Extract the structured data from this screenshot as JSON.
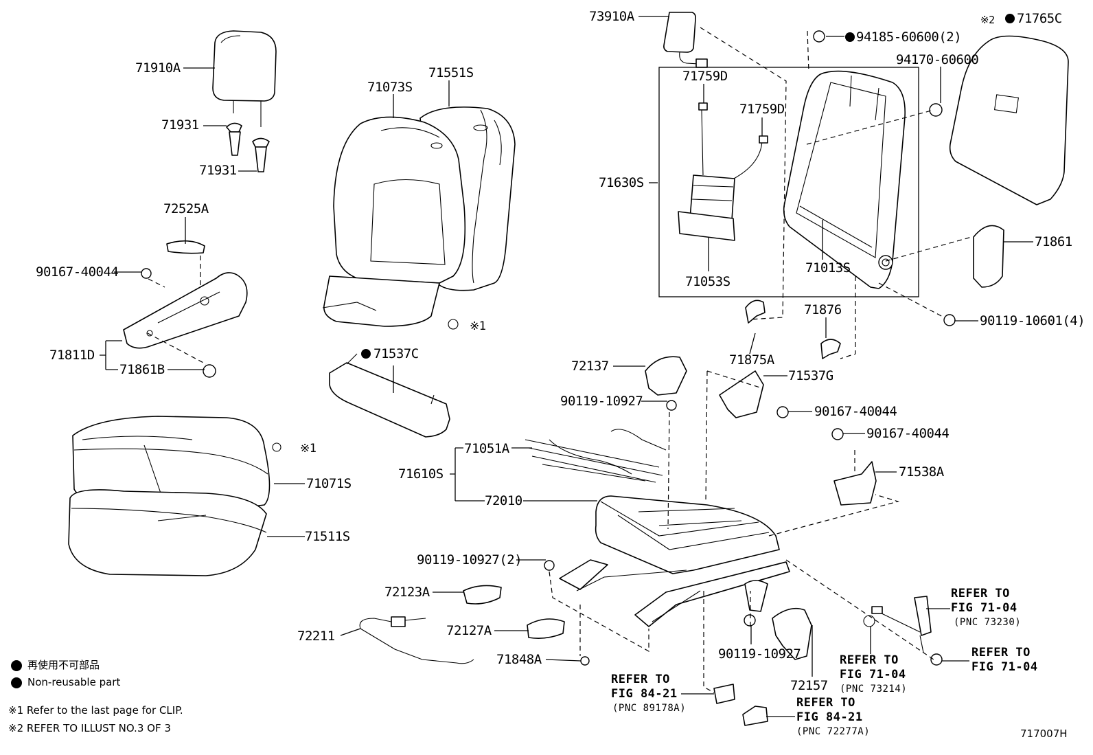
{
  "labels": [
    {
      "id": "71910A",
      "text": "71910A"
    },
    {
      "id": "71931a",
      "text": "71931"
    },
    {
      "id": "71931b",
      "text": "71931"
    },
    {
      "id": "72525A",
      "text": "72525A"
    },
    {
      "id": "90167-40044a",
      "text": "90167-40044"
    },
    {
      "id": "71811D",
      "text": "71811D"
    },
    {
      "id": "71861B",
      "text": "71861B"
    },
    {
      "id": "71073S",
      "text": "71073S"
    },
    {
      "id": "71551S",
      "text": "71551S"
    },
    {
      "id": "clip1",
      "text": "※1"
    },
    {
      "id": "71537C",
      "text": "71537C"
    },
    {
      "id": "clip2",
      "text": "※1"
    },
    {
      "id": "71071S",
      "text": "71071S"
    },
    {
      "id": "71511S",
      "text": "71511S"
    },
    {
      "id": "73910A",
      "text": "73910A"
    },
    {
      "id": "94185",
      "text": "94185-60600(2)"
    },
    {
      "id": "71765C",
      "text": "71765C"
    },
    {
      "id": "mark2",
      "text": "※2"
    },
    {
      "id": "94170",
      "text": "94170-60600"
    },
    {
      "id": "71759Da",
      "text": "71759D"
    },
    {
      "id": "71759Db",
      "text": "71759D"
    },
    {
      "id": "71630S",
      "text": "71630S"
    },
    {
      "id": "71053S",
      "text": "71053S"
    },
    {
      "id": "71013S",
      "text": "71013S"
    },
    {
      "id": "71861",
      "text": "71861"
    },
    {
      "id": "90119-10601",
      "text": "90119-10601(4)"
    },
    {
      "id": "71876",
      "text": "71876"
    },
    {
      "id": "71875A",
      "text": "71875A"
    },
    {
      "id": "71537G",
      "text": "71537G"
    },
    {
      "id": "72137",
      "text": "72137"
    },
    {
      "id": "90119-10927a",
      "text": "90119-10927"
    },
    {
      "id": "90167-40044b",
      "text": "90167-40044"
    },
    {
      "id": "90167-40044c",
      "text": "90167-40044"
    },
    {
      "id": "71051A",
      "text": "71051A"
    },
    {
      "id": "71610S",
      "text": "71610S"
    },
    {
      "id": "72010",
      "text": "72010"
    },
    {
      "id": "71538A",
      "text": "71538A"
    },
    {
      "id": "90119-10927b",
      "text": "90119-10927(2)"
    },
    {
      "id": "72123A",
      "text": "72123A"
    },
    {
      "id": "72211",
      "text": "72211"
    },
    {
      "id": "72127A",
      "text": "72127A"
    },
    {
      "id": "71848A",
      "text": "71848A"
    },
    {
      "id": "90119-10927c",
      "text": "90119-10927"
    },
    {
      "id": "72157",
      "text": "72157"
    }
  ],
  "references": [
    {
      "id": "ref-73230",
      "line1": "REFER TO",
      "line2": "FIG 71-04",
      "pnc": "(PNC 73230)"
    },
    {
      "id": "ref-7104b",
      "line1": "REFER TO",
      "line2": "FIG 71-04",
      "pnc": ""
    },
    {
      "id": "ref-73214",
      "line1": "REFER TO",
      "line2": "FIG 71-04",
      "pnc": "(PNC 73214)"
    },
    {
      "id": "ref-89178A",
      "line1": "REFER TO",
      "line2": "FIG 84-21",
      "pnc": "(PNC 89178A)"
    },
    {
      "id": "ref-72277A",
      "line1": "REFER TO",
      "line2": "FIG 84-21",
      "pnc": "(PNC 72277A)"
    }
  ],
  "legend": {
    "jp": "再使用不可部品",
    "en": "Non-reusable part",
    "note1": "※1 Refer to the last page for CLIP.",
    "note2": "※2 REFER TO ILLUST NO.3 OF 3"
  },
  "illustration_id": "717007H"
}
